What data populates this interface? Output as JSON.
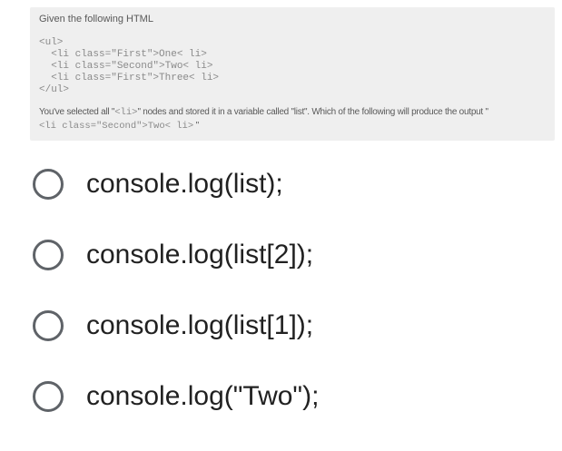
{
  "question": {
    "intro": "Given the following HTML",
    "code_lines": [
      "<ul>",
      "  <li class=\"First\">One< li>",
      "  <li class=\"Second\">Two< li>",
      "  <li class=\"First\">Three< li>",
      "</ul>"
    ],
    "prompt": {
      "text_1": "You've selected all \"",
      "code_1": "<li>",
      "text_2": "\" nodes and stored it in a variable called \"list\". Which of the following will produce the output \"",
      "code_2": "<li class=\"Second\">Two< li>",
      "text_3": " \""
    }
  },
  "options": [
    {
      "label": "console.log(list);",
      "selected": false
    },
    {
      "label": "console.log(list[2]);",
      "selected": false
    },
    {
      "label": "console.log(list[1]);",
      "selected": false
    },
    {
      "label": "console.log(\"Two\");",
      "selected": false
    }
  ],
  "colors": {
    "page_bg": "#ffffff",
    "card_bg": "#efefef",
    "question_text": "#595959",
    "code_text": "#8a8a8a",
    "option_text": "#212121",
    "radio_border": "#5f6368"
  }
}
